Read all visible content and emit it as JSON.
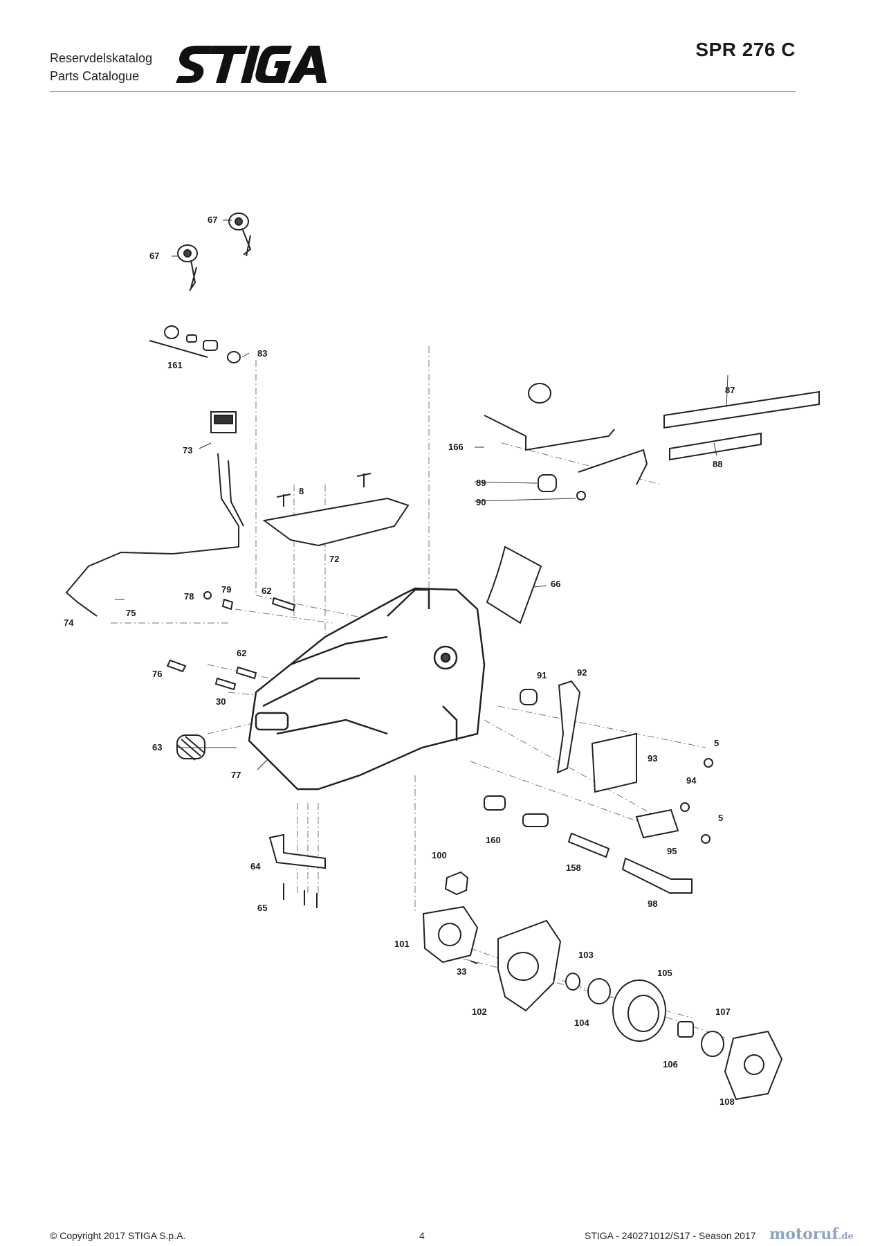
{
  "header": {
    "catalog_line1": "Reservdelskatalog",
    "catalog_line2": "Parts Catalogue",
    "brand": "STIGA",
    "model": "SPR 276 C"
  },
  "callouts": {
    "c67a": "67",
    "c67b": "67",
    "c161": "161",
    "c83": "83",
    "c73": "73",
    "c8": "8",
    "c72": "72",
    "c166": "166",
    "c87": "87",
    "c88": "88",
    "c89": "89",
    "c90": "90",
    "c66": "66",
    "c74": "74",
    "c75": "75",
    "c78": "78",
    "c79": "79",
    "c62a": "62",
    "c62b": "62",
    "c76": "76",
    "c30": "30",
    "c91": "91",
    "c92": "92",
    "c5a": "5",
    "c93": "93",
    "c94": "94",
    "c5b": "5",
    "c63": "63",
    "c77": "77",
    "c95": "95",
    "c160": "160",
    "c158": "158",
    "c64": "64",
    "c65": "65",
    "c100": "100",
    "c98": "98",
    "c101": "101",
    "c33": "33",
    "c103": "103",
    "c105": "105",
    "c102": "102",
    "c104": "104",
    "c107": "107",
    "c106": "106",
    "c108": "108"
  },
  "footer": {
    "copyright": "© Copyright 2017 STIGA S.p.A.",
    "page": "4",
    "doc_ref": "STIGA - 240271012/S17 - Season 2017",
    "watermark": "motoruf",
    "watermark_domain": ".de"
  }
}
